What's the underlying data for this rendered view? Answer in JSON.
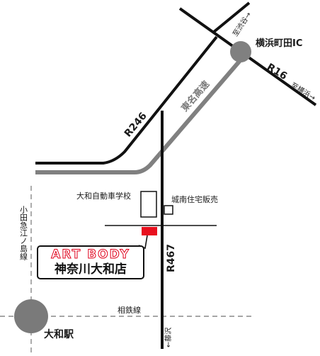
{
  "map": {
    "labels": {
      "to_shibuya": "至渋谷→",
      "ic": "横浜町田IC",
      "r16": "R16",
      "to_yokohama": "至横浜→",
      "expressway": "東名高速",
      "r246": "R246",
      "school": "大和自動車学校",
      "housing": "城南住宅販売",
      "r467": "R467",
      "odakyu": "小田急江ノ島線",
      "sotetsu": "相鉄線",
      "to_fujisawa": "←藤沢",
      "station": "大和駅"
    },
    "store": {
      "brand": "ART BODY",
      "branch": "神奈川大和店"
    },
    "colors": {
      "road": "#111111",
      "expressway": "#808080",
      "store": "#e8101e",
      "station": "#7a7a7a"
    }
  }
}
